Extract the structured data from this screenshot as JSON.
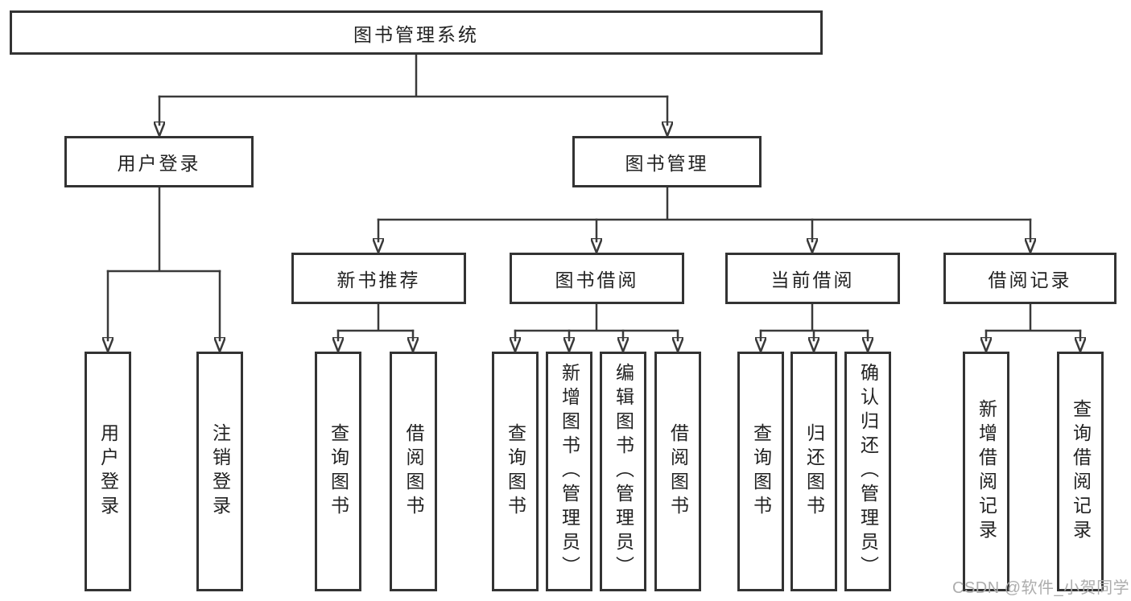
{
  "tree": {
    "root": "图书管理系统",
    "branches": [
      {
        "label": "用户登录",
        "children": [
          "用户登录",
          "注销登录"
        ]
      },
      {
        "label": "图书管理",
        "sections": [
          {
            "label": "新书推荐",
            "children": [
              "查询图书",
              "借阅图书"
            ]
          },
          {
            "label": "图书借阅",
            "children": [
              "查询图书",
              "新增图书（管理员）",
              "编辑图书（管理员）",
              "借阅图书"
            ]
          },
          {
            "label": "当前借阅",
            "children": [
              "查询图书",
              "归还图书",
              "确认归还（管理员）"
            ]
          },
          {
            "label": "借阅记录",
            "children": [
              "新增借阅记录",
              "查询借阅记录"
            ]
          }
        ]
      }
    ]
  },
  "watermark": {
    "text": "CSDN @软件_小贺同学"
  },
  "colors": {
    "line": "#3a3a3a",
    "box_border": "#333333",
    "text": "#222222",
    "background": "#ffffff",
    "watermark": "#adadad"
  }
}
